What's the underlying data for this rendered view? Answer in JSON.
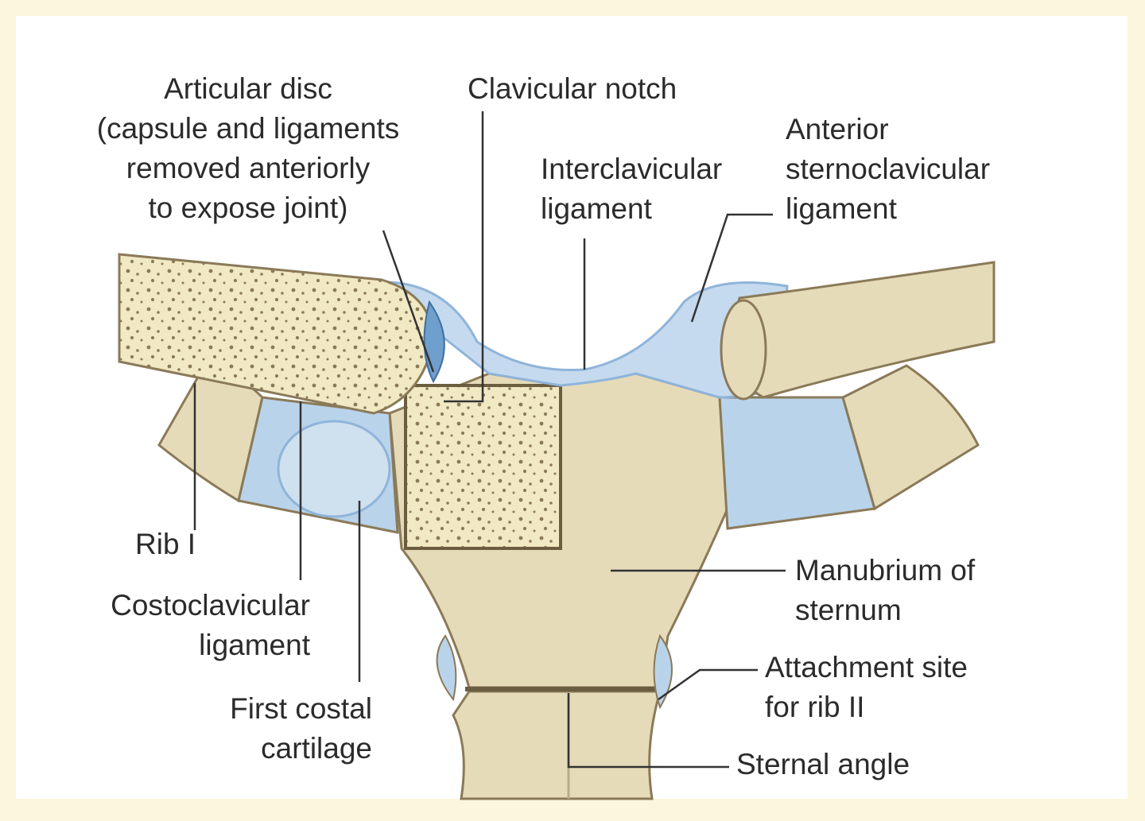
{
  "colors": {
    "background": "#fbf6dc",
    "bone": "#e6dbb9",
    "bone_cut": "#f1e8c4",
    "cartilage": "#b9d3ea",
    "ligament": "#8fb4da",
    "leader": "#333333"
  },
  "labels": {
    "articular_disc": [
      "Articular disc",
      "(capsule and ligaments",
      "removed anteriorly",
      "to  expose joint)"
    ],
    "clavicular_notch": [
      "Clavicular notch"
    ],
    "interclavicular_ligament": [
      "Interclavicular",
      "ligament"
    ],
    "anterior_sternoclavicular_ligament": [
      "Anterior",
      "sternoclavicular",
      "ligament"
    ],
    "rib_i": [
      "Rib I"
    ],
    "costoclavicular_ligament": [
      "Costoclavicular",
      "ligament"
    ],
    "first_costal_cartilage": [
      "First costal",
      "cartilage"
    ],
    "manubrium": [
      "Manubrium of",
      "sternum"
    ],
    "attachment_site": [
      "Attachment site",
      "for rib II"
    ],
    "sternal_angle": [
      "Sternal angle"
    ]
  }
}
